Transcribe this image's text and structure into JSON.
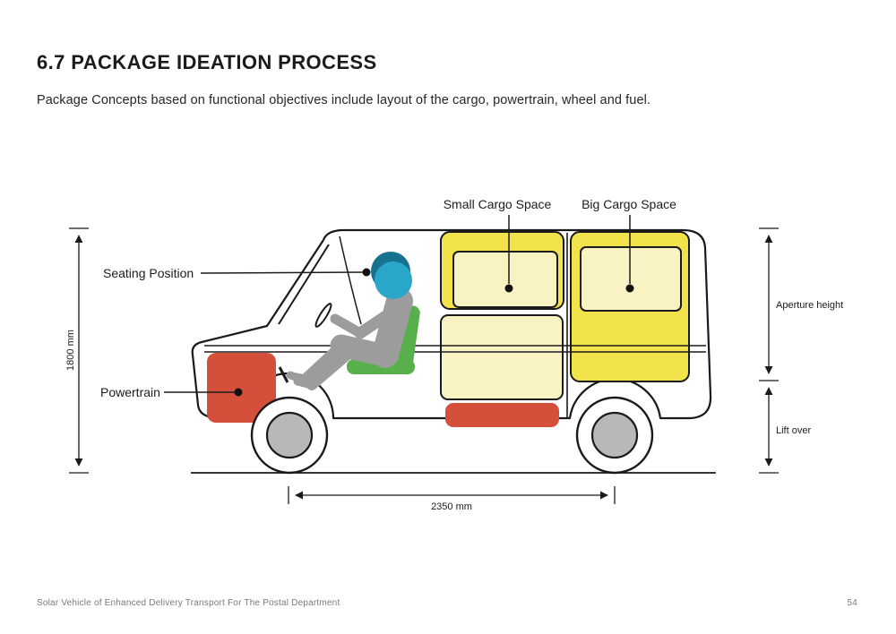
{
  "page": {
    "title": "6.7 PACKAGE IDEATION PROCESS",
    "subtitle": "Package Concepts based on functional objectives include layout of the cargo, powertrain, wheel and fuel.",
    "footer_left": "Solar Vehicle of Enhanced Delivery Transport For The Postal Department",
    "page_number": "54"
  },
  "diagram": {
    "labels": {
      "seating": "Seating Position",
      "powertrain": "Powertrain",
      "small_cargo": "Small Cargo Space",
      "big_cargo": "Big Cargo Space"
    },
    "dimensions": {
      "overall_height": "1800 mm",
      "wheelbase": "2350 mm",
      "aperture_height": "Aperture height",
      "lift_over": "Lift over"
    },
    "colors": {
      "cargo_yellow": "#F2E24B",
      "cargo_pale": "#F9F3C4",
      "powertrain_red": "#D5503A",
      "seat_green": "#57B04B",
      "head_blue": "#2AA6C9",
      "hair_blue": "#17728F",
      "body_gray": "#9C9C9C",
      "wheel_gray": "#B8B8B8"
    }
  }
}
